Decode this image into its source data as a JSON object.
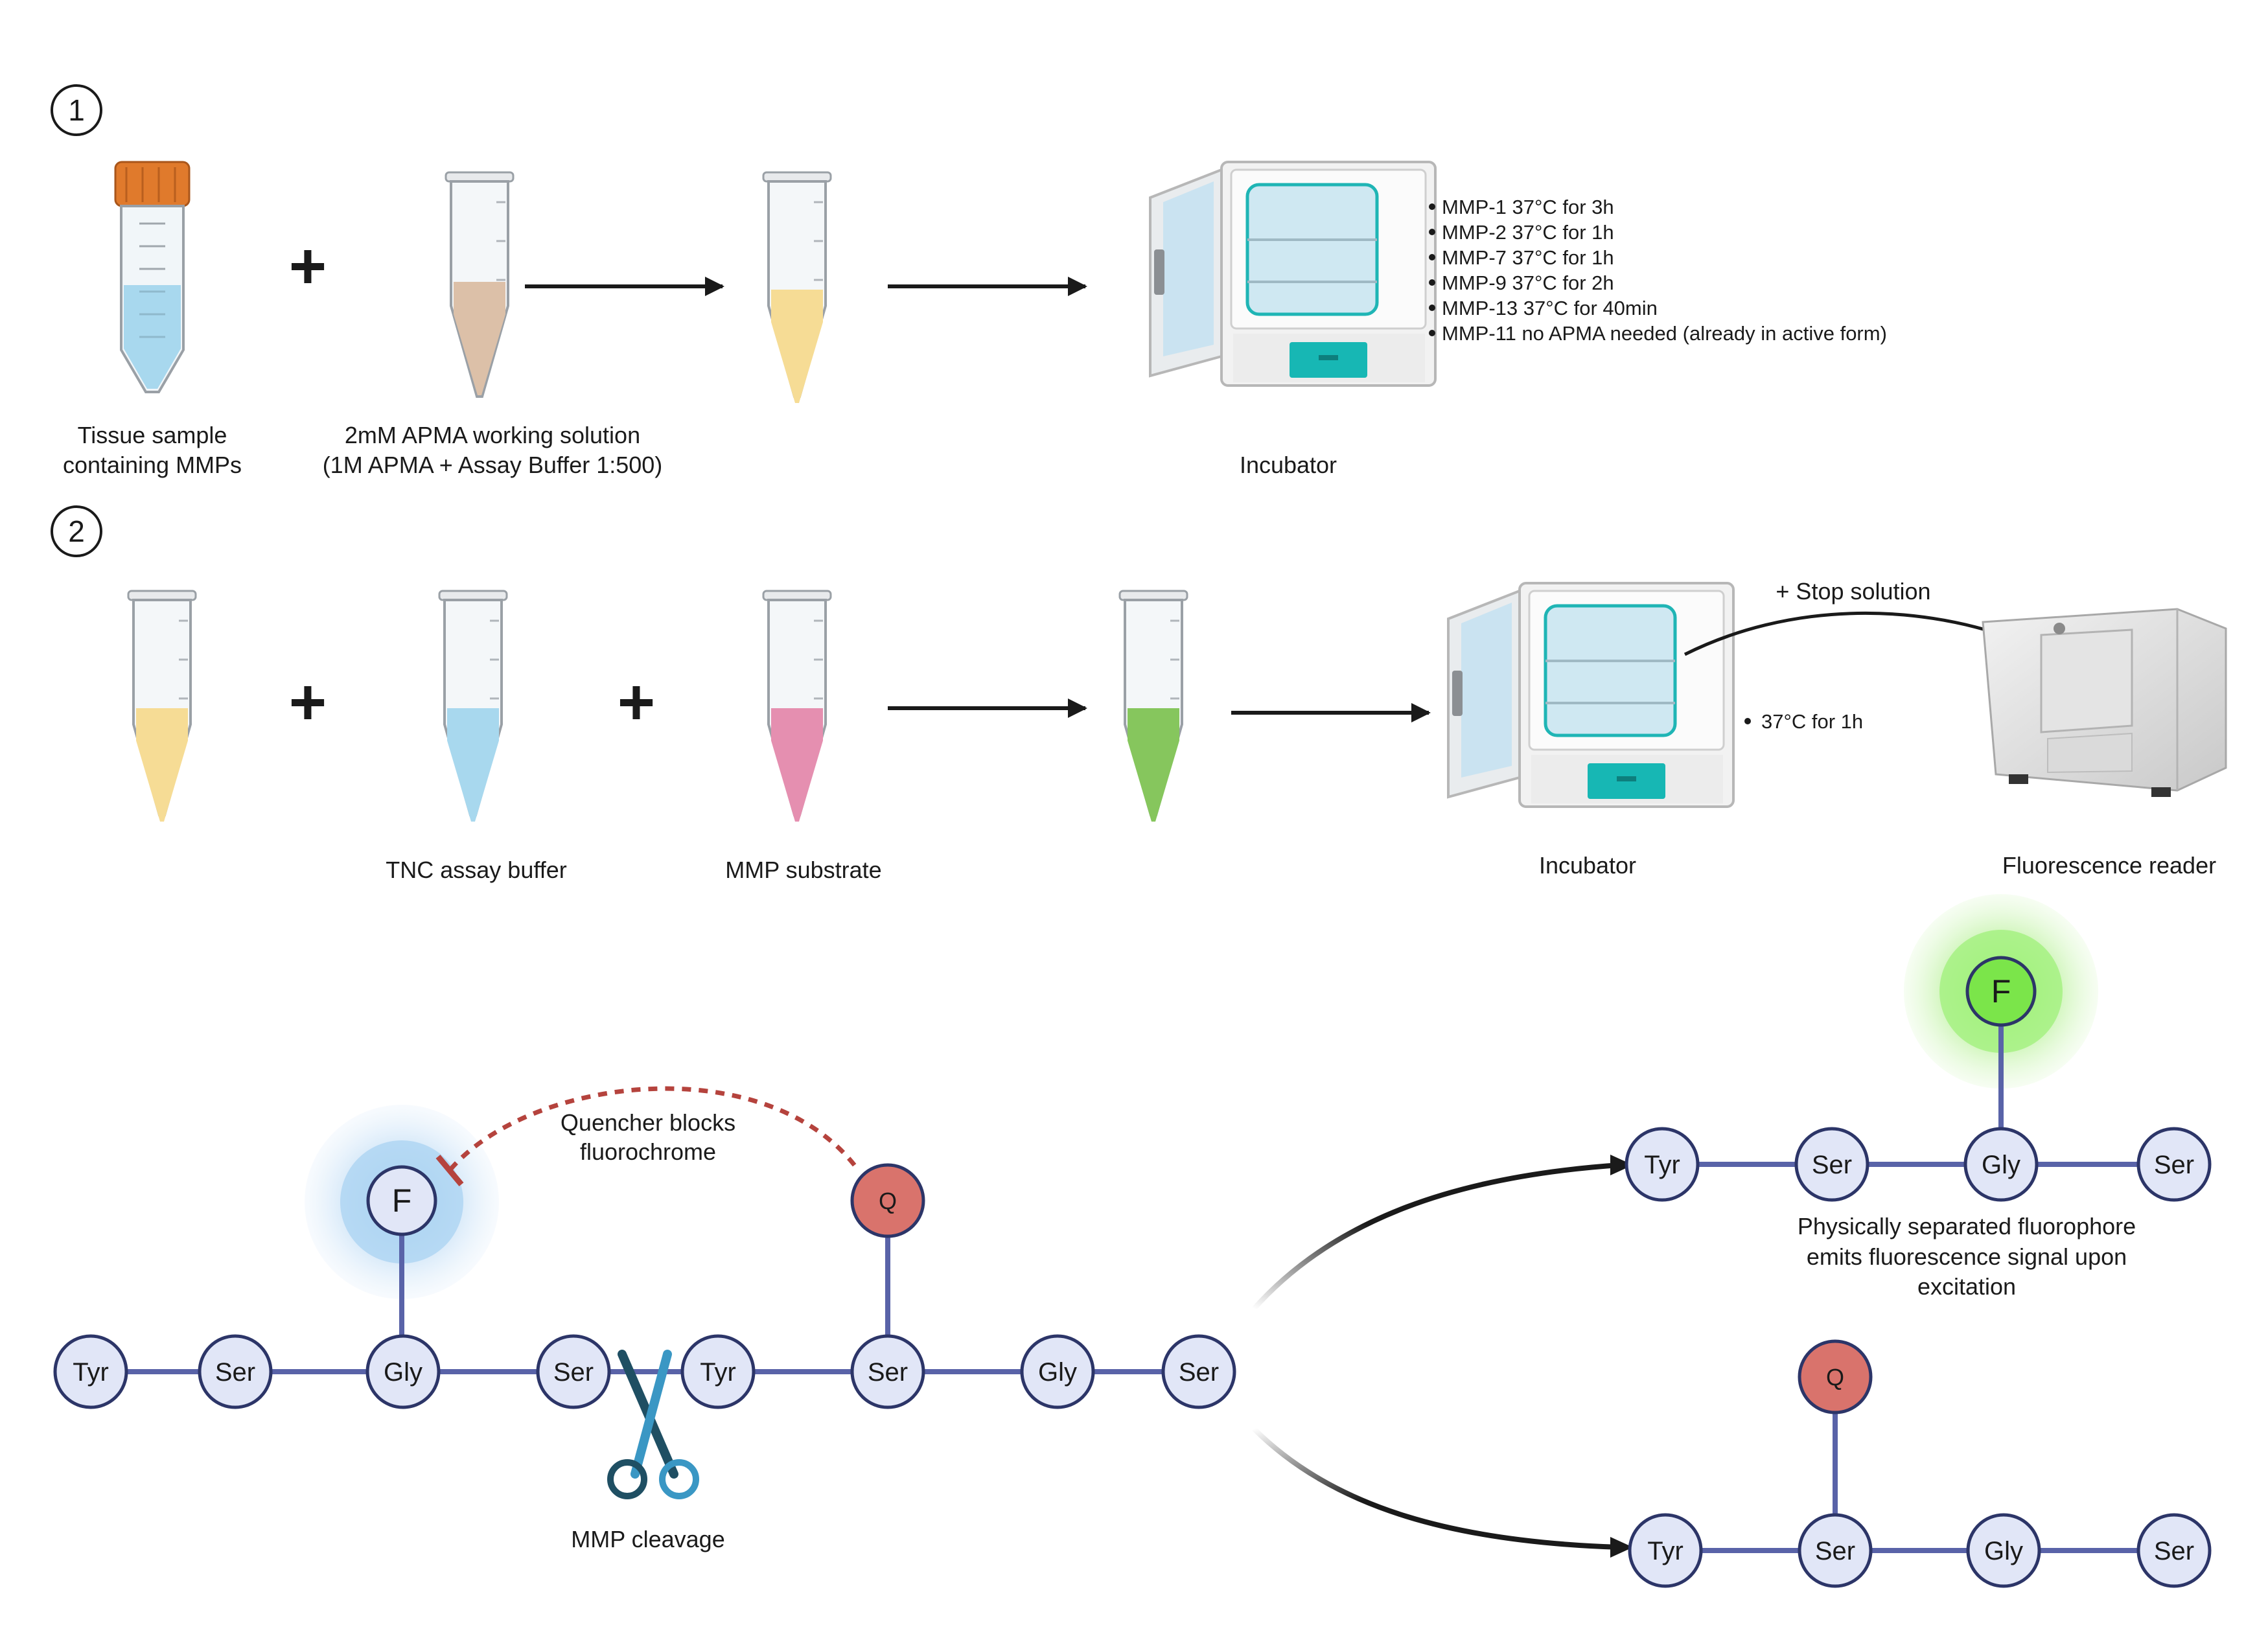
{
  "colors": {
    "chain": "#5963a8",
    "residue_fill": "#e1e6f7",
    "residue_stroke": "#2c3568",
    "quencher": "#d9736c",
    "fluor_green": "#7be54a",
    "scissors": "#3a97c4",
    "dashed": "#b5433d",
    "tube_beige": "#dcc0a8",
    "tube_yellow": "#f6dc95",
    "tube_blue": "#a8d8ee",
    "tube_pink": "#e58fb0",
    "tube_green": "#86c65d",
    "falcon_cap": "#e07a2c",
    "incubator_teal": "#17b7b4"
  },
  "step1": {
    "number": "1",
    "tissue_label": [
      "Tissue sample",
      "containing MMPs"
    ],
    "apma_label": [
      "2mM APMA working solution",
      "(1M APMA + Assay Buffer 1:500)"
    ],
    "incubator_label": "Incubator",
    "conditions": [
      "MMP-1   37°C for 3h",
      "MMP-2   37°C for 1h",
      "MMP-7   37°C for 1h",
      "MMP-9   37°C for 2h",
      "MMP-13 37°C for 40min",
      "MMP-11 no APMA needed (already in active form)"
    ]
  },
  "step2": {
    "number": "2",
    "buffer_label": "TNC assay buffer",
    "substrate_label": "MMP substrate",
    "incubator_label": "Incubator",
    "stop_label": "+ Stop solution",
    "condition": "37°C for 1h",
    "reader_label": "Fluorescence reader"
  },
  "mechanism": {
    "quencher_note": [
      "Quencher blocks",
      "fluorochrome"
    ],
    "cleavage_label": "MMP cleavage",
    "separated_note": [
      "Physically separated fluorophore",
      "emits fluorescence signal upon",
      "excitation"
    ],
    "main_chain": [
      "Tyr",
      "Ser",
      "Gly",
      "Ser",
      "Tyr",
      "Ser",
      "Gly",
      "Ser"
    ],
    "product_top": [
      "Tyr",
      "Ser",
      "Gly",
      "Ser"
    ],
    "product_bottom": [
      "Tyr",
      "Ser",
      "Gly",
      "Ser"
    ],
    "fluorophore": "F",
    "quencher": "Q"
  }
}
